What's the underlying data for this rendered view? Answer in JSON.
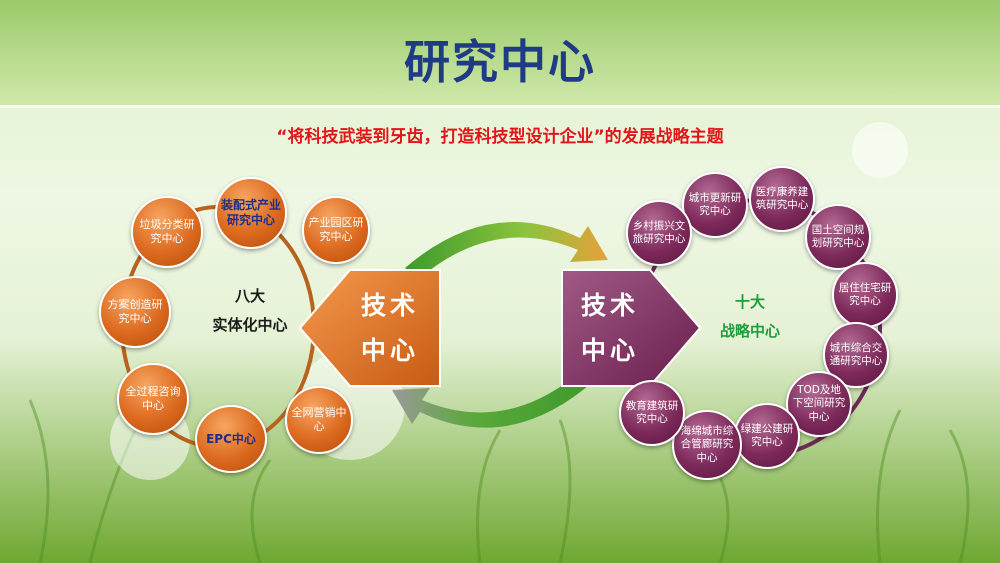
{
  "title": "研究中心",
  "subtitle": "“将科技武装到牙齿，打造科技型设计企业”的发展战略主题",
  "left_block": {
    "line1": "技术",
    "line2": "中心"
  },
  "right_block": {
    "line1": "技术",
    "line2": "中心"
  },
  "left_label": {
    "line1": "八大",
    "line2": "实体化中心"
  },
  "right_label": {
    "line1": "十大",
    "line2": "战略中心"
  },
  "left_centers": [
    "装配式产业研究中心",
    "产业园区研究中心",
    "全网营销中心",
    "EPC中心",
    "全过程咨询中心",
    "方案创造研究中心",
    "垃圾分类研究中心"
  ],
  "right_centers": [
    "城市更新研究中心",
    "医疗康养建筑研究中心",
    "国土空间规划研究中心",
    "居住住宅研究中心",
    "城市综合交通研究中心",
    "TOD及地下空间研究中心",
    "绿建公建研究中心",
    "海绵城市综合管廊研究中心",
    "教育建筑研究中心",
    "乡村振兴文旅研究中心"
  ],
  "colors": {
    "title": "#1f3b86",
    "subtitle": "#e0161a",
    "orange": "#dc6a1f",
    "purple": "#7d2a5a",
    "green_label": "#1e9e3a",
    "arrow_green": "#4fa12e",
    "arrow_orange": "#e08a2c"
  }
}
